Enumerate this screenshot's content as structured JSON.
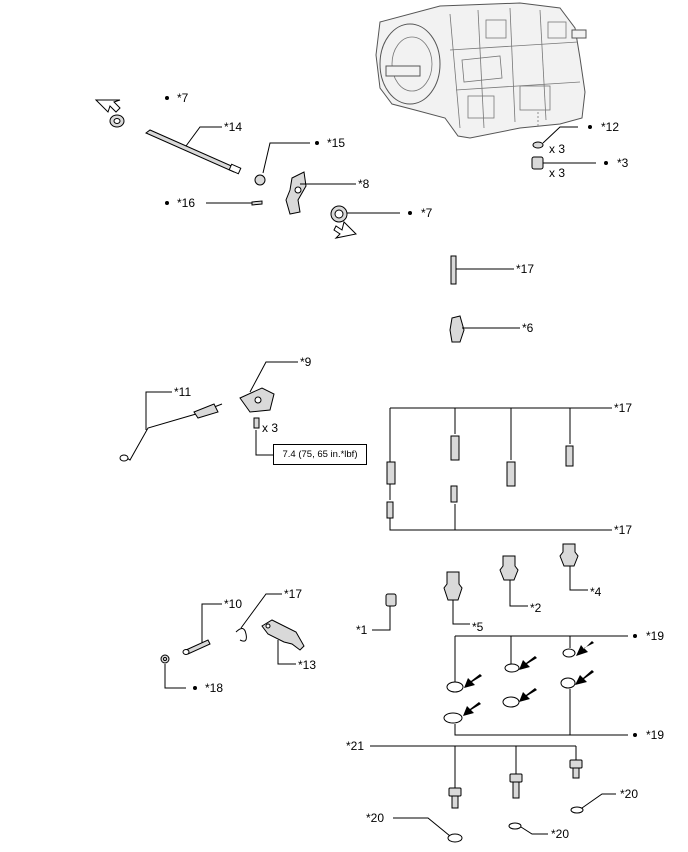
{
  "callouts": {
    "c7a": "*7",
    "c14": "*14",
    "c15": "*15",
    "c8": "*8",
    "c16": "*16",
    "c7b": "*7",
    "c12": "*12",
    "c3": "*3",
    "c17a": "*17",
    "c6": "*6",
    "c9": "*9",
    "c11": "*11",
    "c17b": "*17",
    "c17c": "*17",
    "c2": "*2",
    "c4": "*4",
    "c1": "*1",
    "c5": "*5",
    "c10": "*10",
    "c17d": "*17",
    "c13": "*13",
    "c18": "*18",
    "c19a": "*19",
    "c19b": "*19",
    "c21": "*21",
    "c20a": "*20",
    "c20b": "*20",
    "c20c": "*20"
  },
  "quantities": {
    "q12": "x 3",
    "q3": "x 3",
    "q9": "x 3"
  },
  "torque_spec": "7.4 (75, 65 in.*lbf)"
}
